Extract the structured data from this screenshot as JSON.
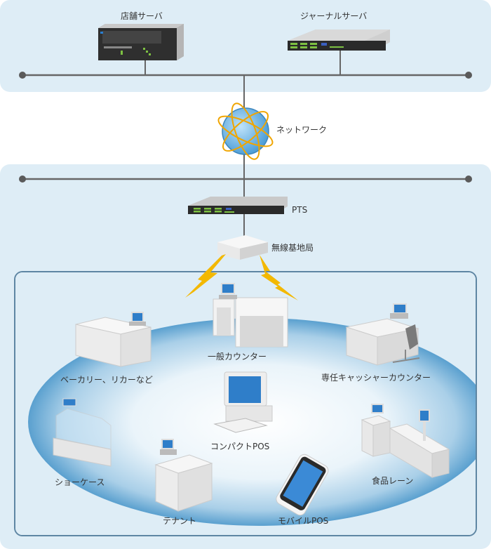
{
  "diagram": {
    "title": "",
    "colors": {
      "panel_bg": "#deedf6",
      "line": "#5a5a5a",
      "inner_border": "#5e86a3",
      "zone_blue": "#5aa0cf",
      "globe": "#6fb9ea",
      "orbit": "#f0a500",
      "lightning": "#f3b800",
      "server_dark": "#2a2a2a",
      "led_green": "#7dc142"
    },
    "top_network": {
      "servers": [
        {
          "id": "store-server",
          "label": "店舗サーバ"
        },
        {
          "id": "journal-server",
          "label": "ジャーナルサーバ"
        }
      ]
    },
    "network": {
      "label": "ネットワーク",
      "icon": "globe-icon"
    },
    "store_network": {
      "pts": {
        "label": "PTS"
      },
      "wireless_base": {
        "label": "無線基地局"
      }
    },
    "pos_devices": [
      {
        "id": "general-counter",
        "label": "一般カウンター"
      },
      {
        "id": "bakery-liquor",
        "label": "ベーカリー、リカーなど"
      },
      {
        "id": "dedicated-cashier",
        "label": "専任キャッシャーカウンター"
      },
      {
        "id": "compact-pos",
        "label": "コンパクトPOS"
      },
      {
        "id": "showcase",
        "label": "ショーケース"
      },
      {
        "id": "food-lane",
        "label": "食品レーン"
      },
      {
        "id": "tenant",
        "label": "テナント"
      },
      {
        "id": "mobile-pos",
        "label": "モバイルPOS"
      }
    ]
  }
}
